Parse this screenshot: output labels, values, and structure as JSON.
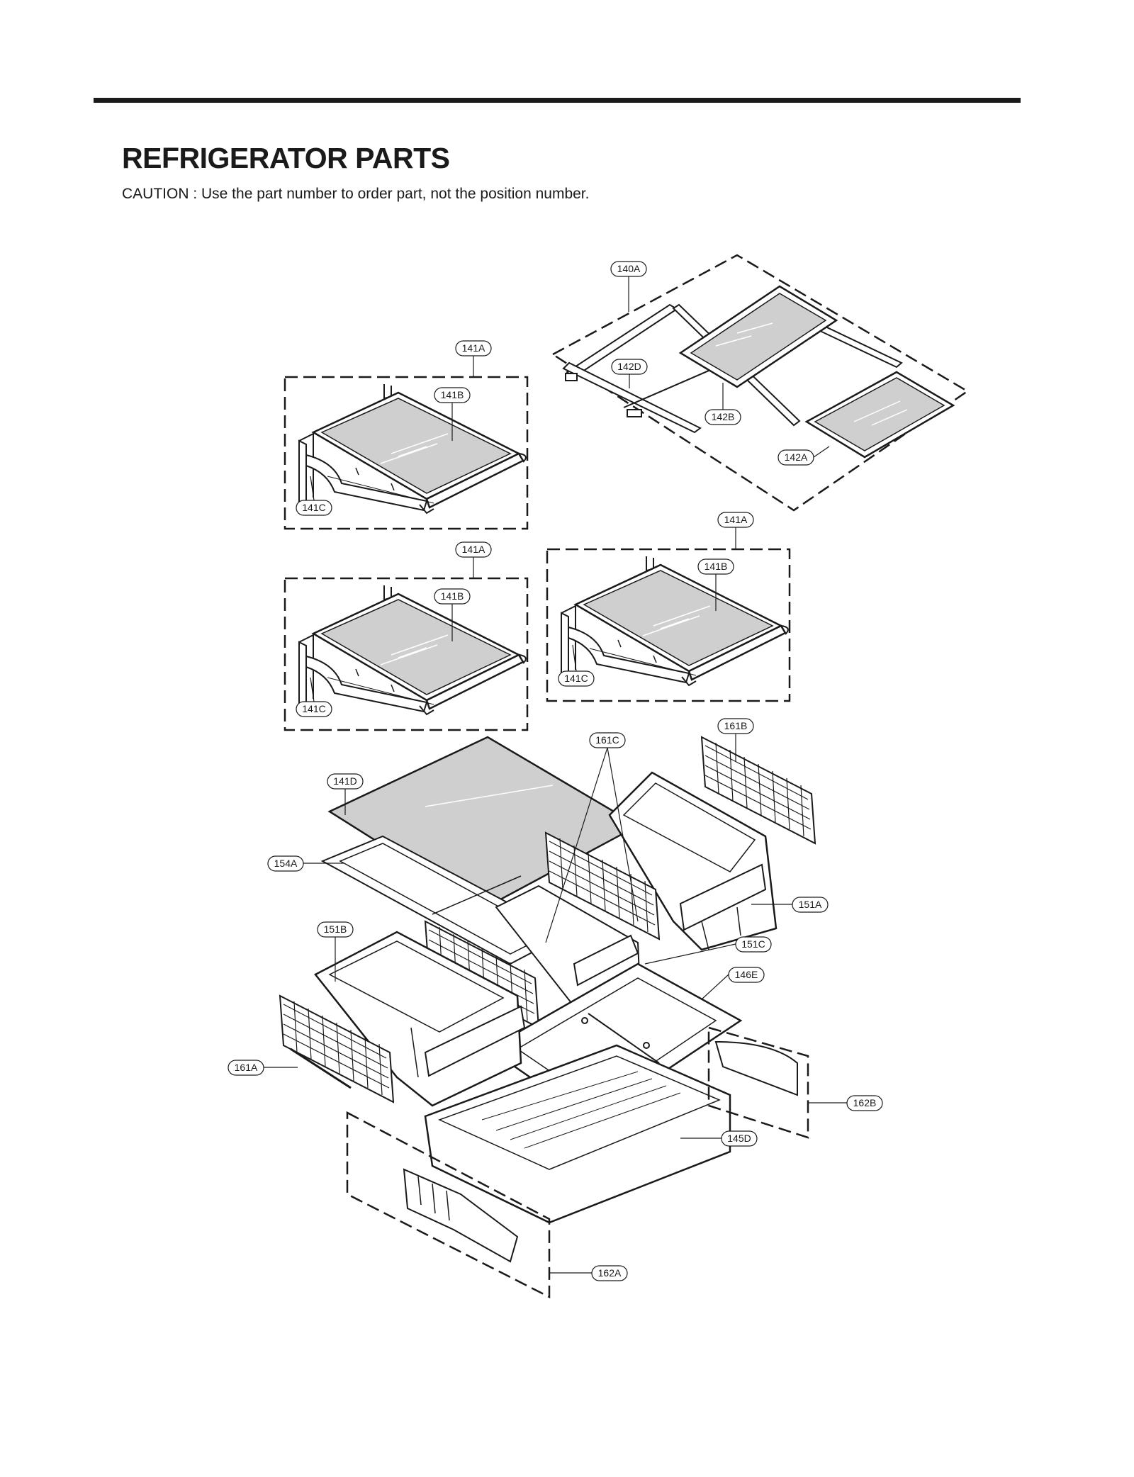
{
  "header": {
    "title": "REFRIGERATOR PARTS",
    "caution": "CAUTION : Use the part number to order part, not the position number."
  },
  "labels": {
    "l140A": "140A",
    "l141A_top": "141A",
    "l141B_top": "141B",
    "l141C_top": "141C",
    "l142D": "142D",
    "l142B": "142B",
    "l142A": "142A",
    "l141A_right": "141A",
    "l141B_right": "141B",
    "l141C_right": "141C",
    "l141A_mid": "141A",
    "l141B_mid": "141B",
    "l141C_mid": "141C",
    "l161C": "161C",
    "l161B": "161B",
    "l141D": "141D",
    "l154A": "154A",
    "l151A": "151A",
    "l151B": "151B",
    "l151C": "151C",
    "l146E": "146E",
    "l161A": "161A",
    "l162B": "162B",
    "l145D": "145D",
    "l162A": "162A"
  },
  "colors": {
    "ink": "#1a1a1a",
    "glass": "#cfcfcf",
    "paper": "#ffffff"
  }
}
